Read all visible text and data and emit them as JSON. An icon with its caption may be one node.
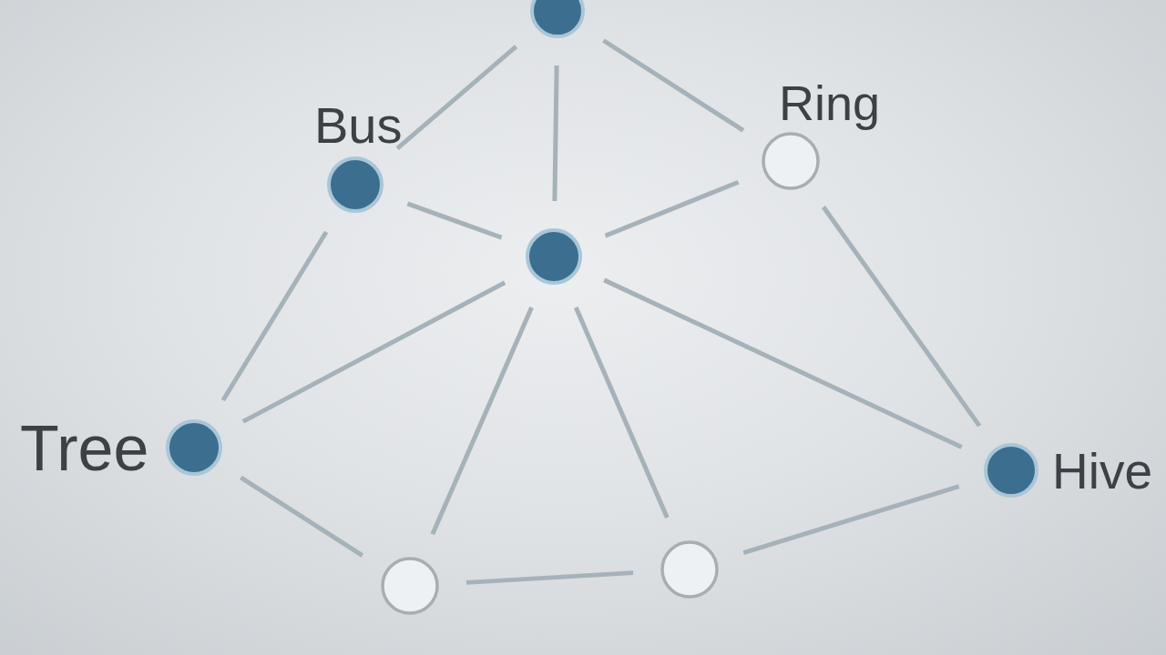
{
  "diagram": {
    "nodes": [
      {
        "text": [],
        "shape": "circle"
      },
      {
        "text": [
          "Bus"
        ]
      },
      {
        "text": [
          "Ring"
        ]
      },
      {
        "text": [],
        "shape": "circle"
      },
      {
        "text": [
          "Tree"
        ]
      },
      {
        "text": [
          "Hive"
        ]
      },
      {
        "text": [],
        "shape": "circle"
      },
      {
        "text": [],
        "shape": "circle"
      }
    ],
    "edges": [
      {
        "from": 0,
        "to": 1,
        "arrow": "none"
      },
      {
        "from": 0,
        "to": 3,
        "arrow": "none"
      },
      {
        "from": 0,
        "to": 2,
        "arrow": "none"
      },
      {
        "from": 1,
        "to": 3,
        "arrow": "none"
      },
      {
        "from": 2,
        "to": 3,
        "arrow": "none"
      },
      {
        "from": 1,
        "to": 4,
        "arrow": "none"
      },
      {
        "from": 2,
        "to": 5,
        "arrow": "none"
      },
      {
        "from": 3,
        "to": 4,
        "arrow": "none"
      },
      {
        "from": 3,
        "to": 6,
        "arrow": "none"
      },
      {
        "from": 3,
        "to": 7,
        "arrow": "none"
      },
      {
        "from": 3,
        "to": 5,
        "arrow": "none"
      },
      {
        "from": 4,
        "to": 6,
        "arrow": "none"
      },
      {
        "from": 6,
        "to": 7,
        "arrow": "none"
      },
      {
        "from": 7,
        "to": 5,
        "arrow": "none"
      }
    ]
  }
}
